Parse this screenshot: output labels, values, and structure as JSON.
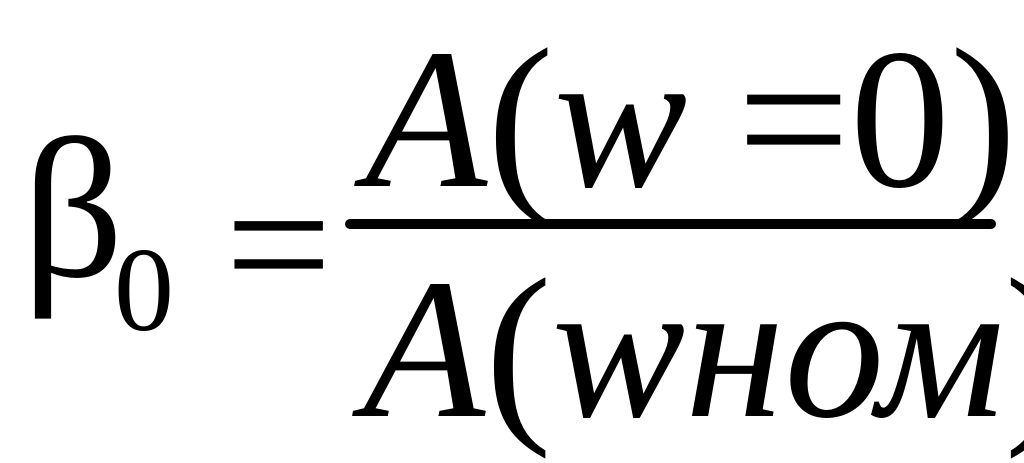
{
  "formula": {
    "lhs_symbol": "β",
    "lhs_subscript": "0",
    "equals": "=",
    "numerator": {
      "func": "A",
      "open": "(",
      "var": "w",
      "eq": "=",
      "value": "0",
      "close": ")"
    },
    "denominator": {
      "func": "A",
      "open": "(",
      "var": "wном",
      "close": ")"
    }
  }
}
